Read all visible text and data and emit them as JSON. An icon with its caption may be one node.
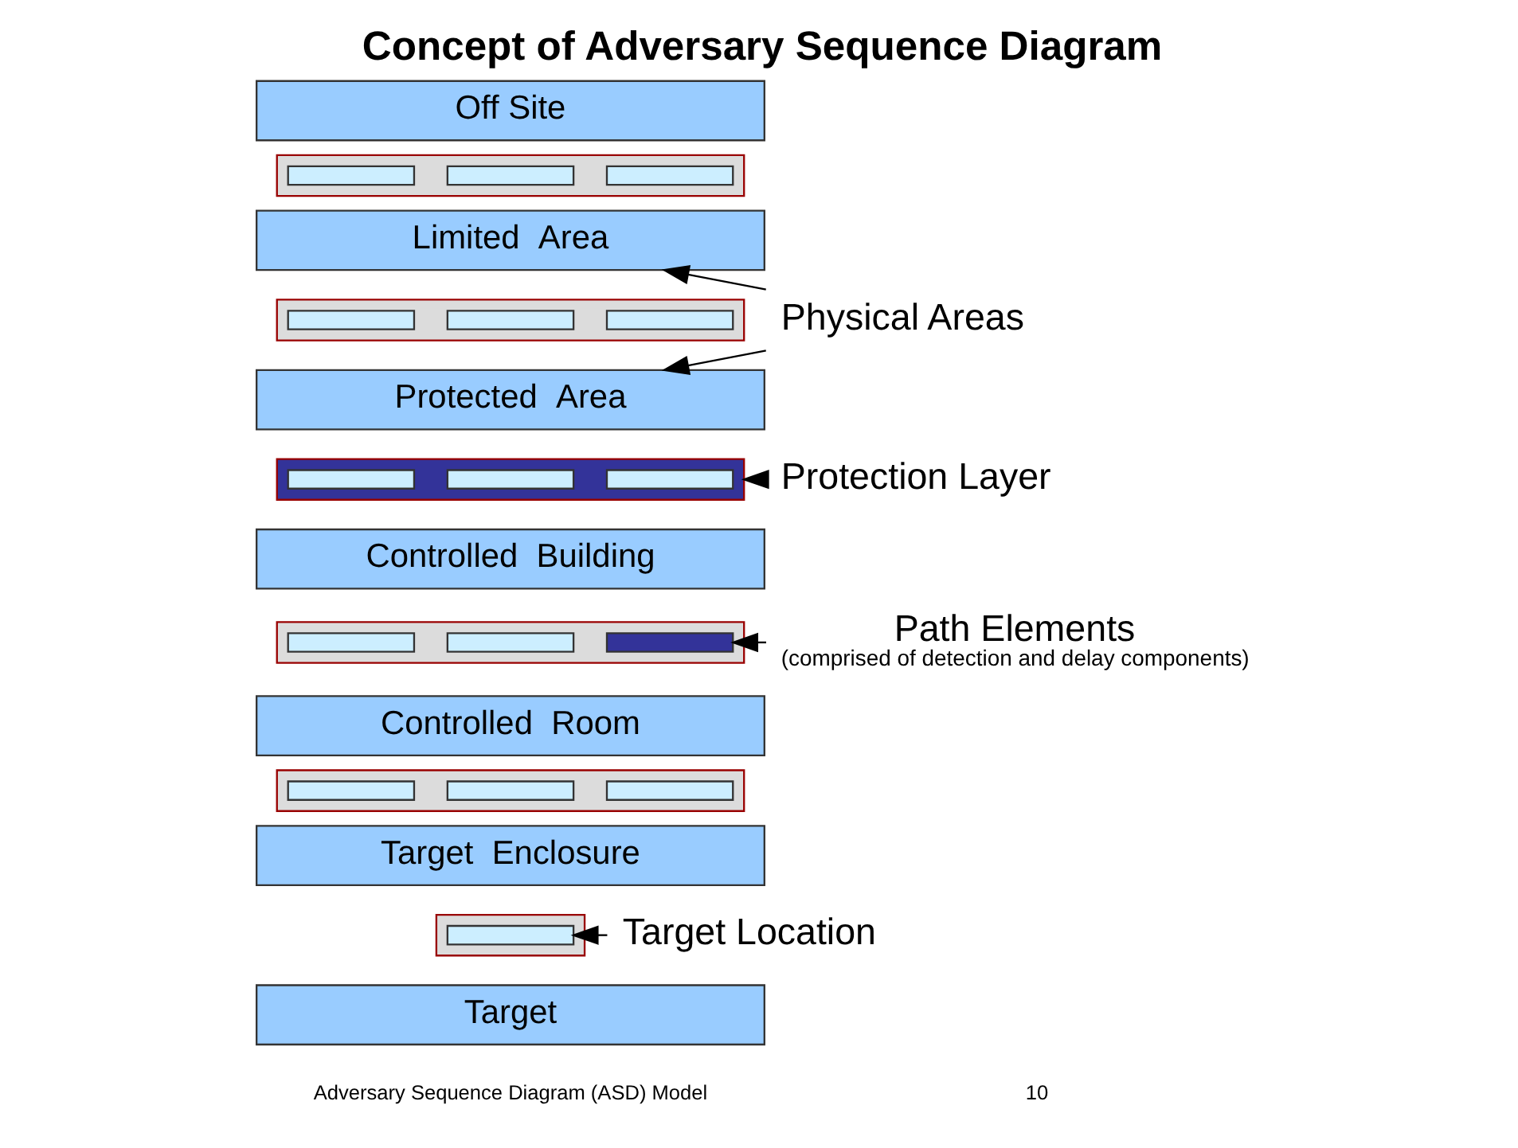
{
  "diagram": {
    "title": "Concept of Adversary Sequence Diagram",
    "nodes": [
      {
        "text": [
          "Off Site"
        ]
      },
      {
        "text": [],
        "shape": "box"
      },
      {
        "text": [],
        "shape": "box",
        "in": 1
      },
      {
        "text": [],
        "shape": "box",
        "in": 1
      },
      {
        "text": [],
        "shape": "box",
        "in": 1
      },
      {
        "text": [
          "Limited  Area"
        ]
      },
      {
        "text": [],
        "shape": "box"
      },
      {
        "text": [],
        "shape": "box",
        "in": 6
      },
      {
        "text": [],
        "shape": "box",
        "in": 6
      },
      {
        "text": [],
        "shape": "box",
        "in": 6
      },
      {
        "text": [
          "Protected  Area"
        ]
      },
      {
        "text": [],
        "shape": "box"
      },
      {
        "text": [],
        "shape": "box",
        "in": 11
      },
      {
        "text": [],
        "shape": "box",
        "in": 11
      },
      {
        "text": [],
        "shape": "box",
        "in": 11
      },
      {
        "text": [
          "Controlled  Building"
        ]
      },
      {
        "text": [],
        "shape": "box"
      },
      {
        "text": [],
        "shape": "box",
        "in": 16
      },
      {
        "text": [],
        "shape": "box",
        "in": 16
      },
      {
        "text": [],
        "shape": "box",
        "in": 16
      },
      {
        "text": [
          "Controlled  Room"
        ]
      },
      {
        "text": [],
        "shape": "box"
      },
      {
        "text": [],
        "shape": "box",
        "in": 21
      },
      {
        "text": [],
        "shape": "box",
        "in": 21
      },
      {
        "text": [],
        "shape": "box",
        "in": 21
      },
      {
        "text": [
          "Target  Enclosure"
        ]
      },
      {
        "text": [],
        "shape": "box"
      },
      {
        "text": [],
        "shape": "box",
        "in": 26
      },
      {
        "text": [
          "Target"
        ]
      },
      {
        "text": [
          "Physical Areas"
        ]
      },
      {
        "text": [
          "Protection Layer"
        ]
      },
      {
        "text": [
          "Path Elements",
          "(comprised of detection and delay components)"
        ]
      },
      {
        "text": [
          "Target Location"
        ]
      }
    ],
    "edges": [
      {
        "from": 29,
        "to": 5,
        "arrow": "to"
      },
      {
        "from": 29,
        "to": 10,
        "arrow": "to"
      },
      {
        "from": 30,
        "to": 11,
        "arrow": "to"
      },
      {
        "from": 31,
        "to": 19,
        "arrow": "to"
      },
      {
        "from": 32,
        "to": 27,
        "arrow": "to"
      }
    ],
    "labels": [
      "Adversary Sequence Diagram (ASD) Model",
      "10"
    ]
  }
}
